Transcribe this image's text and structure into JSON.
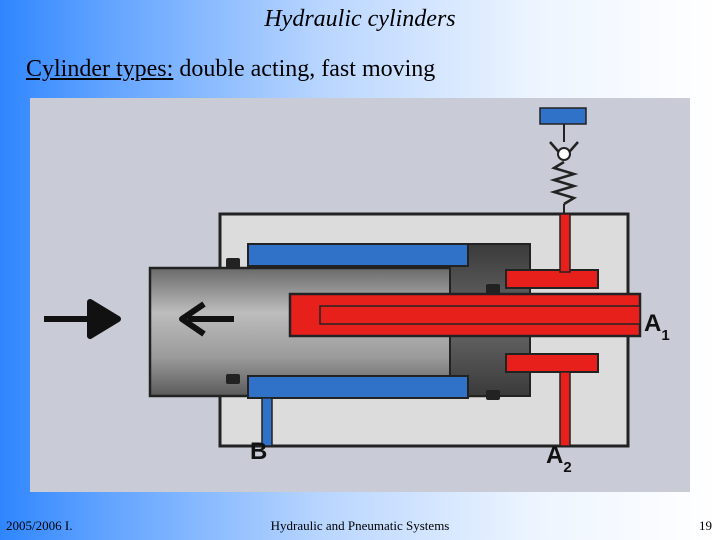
{
  "slide": {
    "title": "Hydraulic cylinders",
    "subtitle_underlined": "Cylinder types:",
    "subtitle_rest": " double acting, fast moving"
  },
  "diagram": {
    "port_a1": {
      "letter": "A",
      "index": "1"
    },
    "port_a2": {
      "letter": "A",
      "index": "2"
    },
    "port_b": {
      "letter": "B"
    },
    "colors": {
      "pressure_fluid": "#e8201c",
      "return_fluid": "#2f72c8",
      "housing": "#dcdcdc",
      "piston": "#555555",
      "rod": "#9a9a9a",
      "panel": "#c9ccd6",
      "reservoir": "#2f72c8"
    }
  },
  "footer": {
    "left": "2005/2006 I.",
    "center": "Hydraulic and Pneumatic Systems",
    "right": "19"
  }
}
